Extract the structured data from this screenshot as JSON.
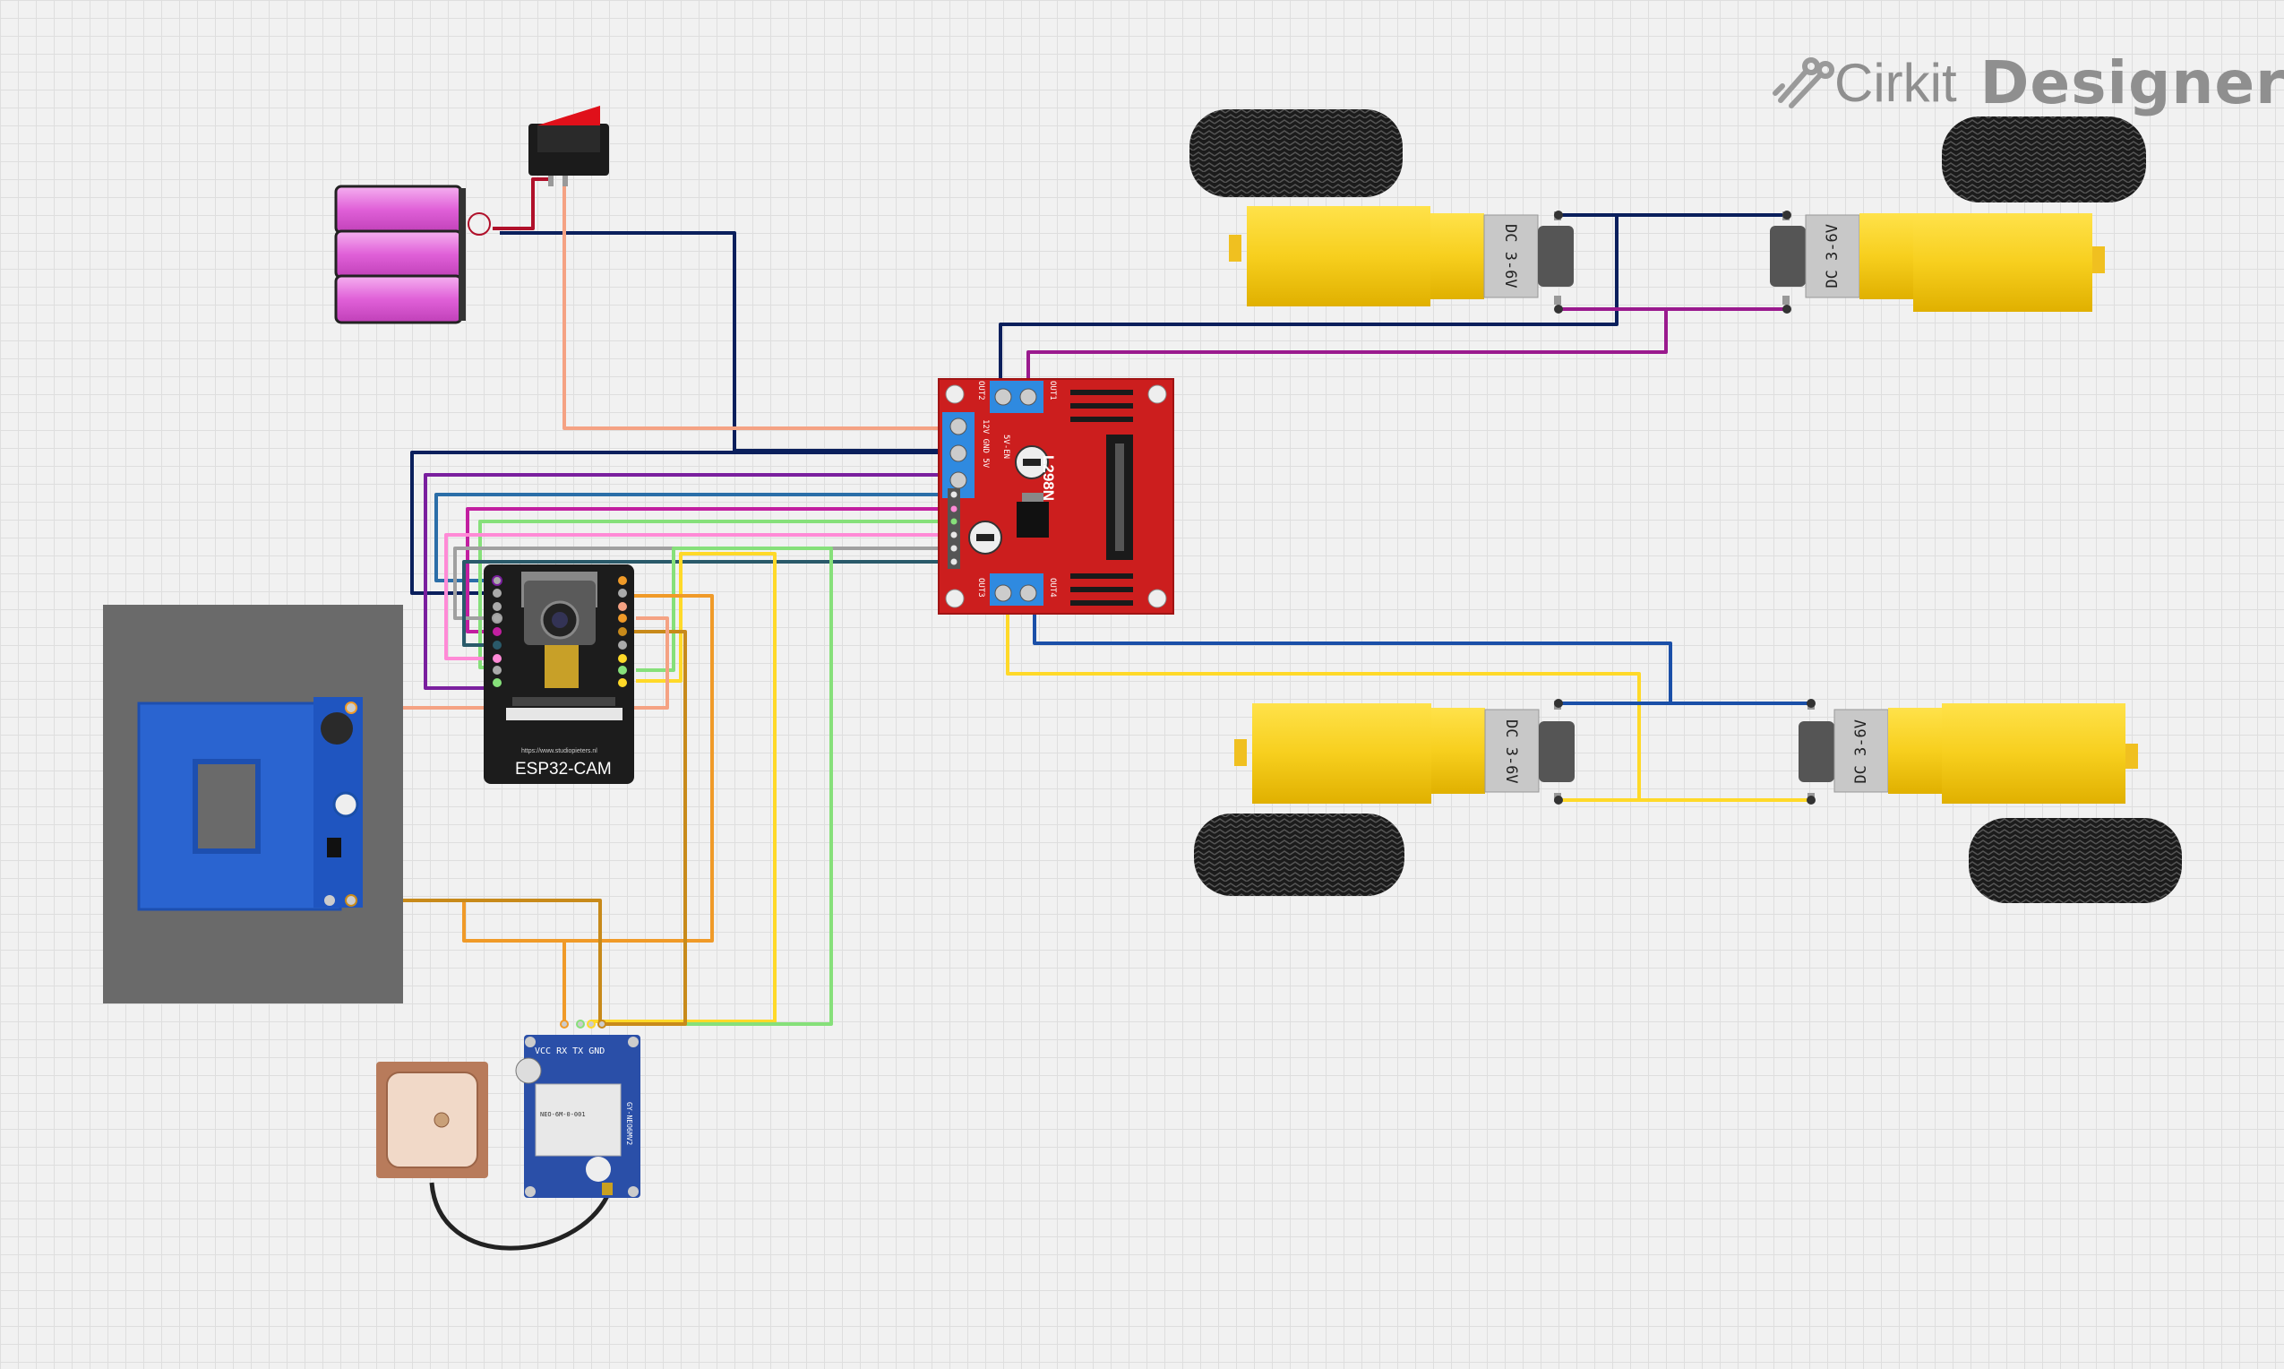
{
  "brand": {
    "name_light": "Cirkit",
    "name_bold": "Designer",
    "logo_icon": "cirkit-logo-icon"
  },
  "components": {
    "esp32cam": {
      "label": "ESP32-CAM",
      "url": "https://www.studiopieters.nl"
    },
    "l298n": {
      "label": "L298N",
      "out1": "OUT1",
      "out2": "OUT2",
      "out3": "OUT3",
      "out4": "OUT4",
      "power_pins": "12V GND 5V",
      "en": "5V-EN"
    },
    "gps": {
      "pins": "VCC RX TX GND",
      "model": "GY-NEO6MV2",
      "chip": "NEO-6M-0-001"
    },
    "motors": {
      "m1": "DC 3-6V",
      "m2": "DC 3-6V",
      "m3": "DC 3-6V",
      "m4": "DC 3-6V"
    }
  },
  "colors": {
    "background": "#f1f1f1",
    "grid": "#dedede",
    "l298n_board": "#cc1e1e",
    "esp32_board": "#1c1c1c",
    "gps_board": "#2a4fa8",
    "motor_yellow": "#f7cf1e",
    "wire_navy": "#0a1f5c",
    "wire_salmon": "#f5a283",
    "wire_purple": "#7a1f9e",
    "wire_magenta": "#c21fa0",
    "wire_lightgreen": "#86e07a",
    "wire_pink": "#ff8ad6",
    "wire_orange": "#f09a28",
    "wire_darkorange": "#c88a1a",
    "wire_yellow": "#ffd928",
    "wire_blue": "#1a4fa8",
    "wire_black": "#222222",
    "wire_red": "#b0102a"
  }
}
